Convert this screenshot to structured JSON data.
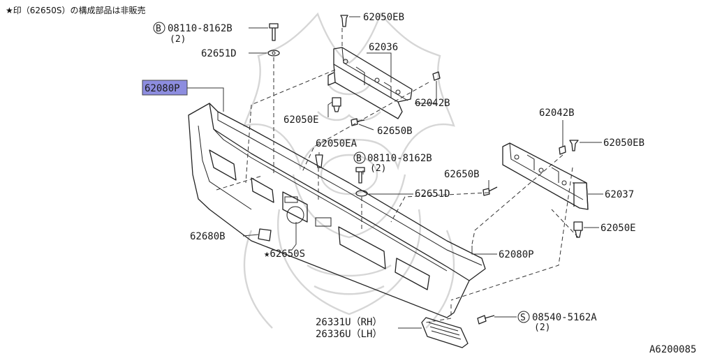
{
  "note": "★印（62650S）の構成部品は非販売",
  "figure_id": "A6200085",
  "highlight_color": "#8d8ddf",
  "labels": {
    "p62050EB_top": "62050EB",
    "p08110_top": "08110-8162B",
    "p08110_top_qty": "(2)",
    "p62651D_top": "62651D",
    "p62036": "62036",
    "p62080P_hl": "62080P",
    "p62042B_top": "62042B",
    "p62050E_top": "62050E",
    "p62650B_top": "62650B",
    "p62050EA": "62050EA",
    "p08110_mid": "08110-8162B",
    "p08110_mid_qty": "(2)",
    "p62650B_mid": "62650B",
    "p62651D_mid": "62651D",
    "p62042B_right": "62042B",
    "p62050EB_right": "62050EB",
    "p62037": "62037",
    "p62050E_right": "62050E",
    "p62680B": "62680B",
    "p62650S": "★62650S",
    "p62080P": "62080P",
    "p26331U": "26331U（RH）",
    "p26336U": "26336U（LH）",
    "p08540": "08540-5162A",
    "p08540_qty": "(2)",
    "b_symbol": "B",
    "s_symbol": "S"
  }
}
